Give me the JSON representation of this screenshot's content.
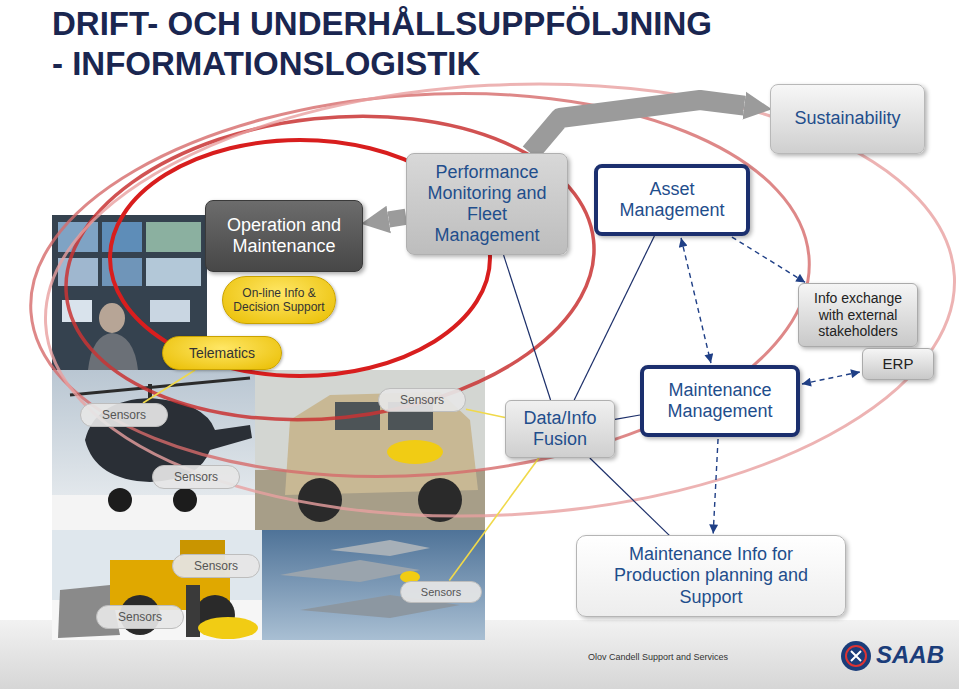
{
  "diagram": {
    "title": "DRIFT- OCH UNDERHÅLLSUPPFÖLJNING - INFORMATIONSLOGISTIK",
    "nodes": [
      {
        "text": [
          "Sustainability"
        ]
      },
      {
        "text": [
          "Performance Monitoring and Fleet Management"
        ]
      },
      {
        "text": [
          "Asset Management"
        ]
      },
      {
        "text": [
          "Operation and Maintenance"
        ]
      },
      {
        "text": [
          "On-line Info & Decision Support"
        ]
      },
      {
        "text": [
          "Info exchange with external stakeholders"
        ]
      },
      {
        "text": [
          "Telematics"
        ]
      },
      {
        "text": [
          "ERP"
        ]
      },
      {
        "text": [
          "Maintenance Management"
        ]
      },
      {
        "text": [
          "Sensors"
        ]
      },
      {
        "text": [
          "Sensors"
        ]
      },
      {
        "text": [
          "Data/Info Fusion"
        ]
      },
      {
        "text": [
          "Sensors"
        ]
      },
      {
        "text": [
          "Maintenance Info for Production planning and Support"
        ]
      },
      {
        "text": [
          "Sensors"
        ]
      },
      {
        "text": [
          "Sensors"
        ]
      },
      {
        "text": [
          "Sensors"
        ]
      }
    ],
    "edges": [
      {
        "from": 1,
        "to": 3,
        "arrow": "to"
      },
      {
        "from": 1,
        "to": 0,
        "arrow": "to"
      },
      {
        "from": 1,
        "to": 11,
        "arrow": "none"
      },
      {
        "from": 2,
        "to": 11,
        "arrow": "none"
      },
      {
        "from": 11,
        "to": 8,
        "arrow": "none"
      },
      {
        "from": 11,
        "to": 13,
        "arrow": "none"
      },
      {
        "from": 2,
        "to": 8,
        "arrow": "both"
      },
      {
        "from": 2,
        "to": 5,
        "arrow": "to"
      },
      {
        "from": 8,
        "to": 7,
        "arrow": "both"
      },
      {
        "from": 8,
        "to": 13,
        "arrow": "to"
      },
      {
        "from": 10,
        "to": 6,
        "arrow": "none"
      },
      {
        "from": 9,
        "to": 11,
        "arrow": "none"
      },
      {
        "from": 15,
        "to": 11,
        "arrow": "none"
      }
    ],
    "labels": [
      "Olov Candell Support and Services",
      "SAAB"
    ]
  }
}
